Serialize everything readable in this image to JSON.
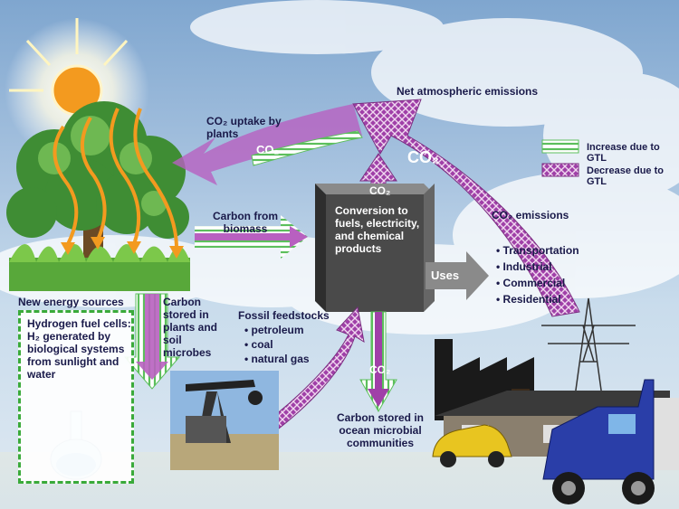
{
  "labels": {
    "net_emissions": "Net atmospheric emissions",
    "co2_uptake": "CO₂ uptake by plants",
    "carbon_from_biomass": "Carbon from biomass",
    "conversion": "Conversion to fuels, electricity, and chemical products",
    "uses": "Uses",
    "co2_emissions": "CO₂ emissions",
    "new_energy_sources": "New energy sources",
    "carbon_stored_plants": "Carbon stored in plants and soil microbes",
    "fossil_feedstocks": "Fossil feedstocks",
    "carbon_stored_ocean": "Carbon stored in ocean microbial communities",
    "hydrogen": "Hydrogen fuel cells: H₂ generated by biological systems from sunlight and water"
  },
  "co2_tags": {
    "uptake": "CO₂",
    "big": "CO₂",
    "up": "CO₂",
    "down": "CO₂"
  },
  "legend": {
    "increase": "Increase due to GTL",
    "decrease": "Decrease due to GTL"
  },
  "uses_list": [
    "Transportation",
    "Industrial",
    "Commercial",
    "Residential"
  ],
  "fossil_list": [
    "petroleum",
    "coal",
    "natural gas"
  ],
  "colors": {
    "increase": "#5cbf5c",
    "decrease": "#a040a8",
    "text": "#1a1a4a",
    "box": "#4a4a4a"
  }
}
